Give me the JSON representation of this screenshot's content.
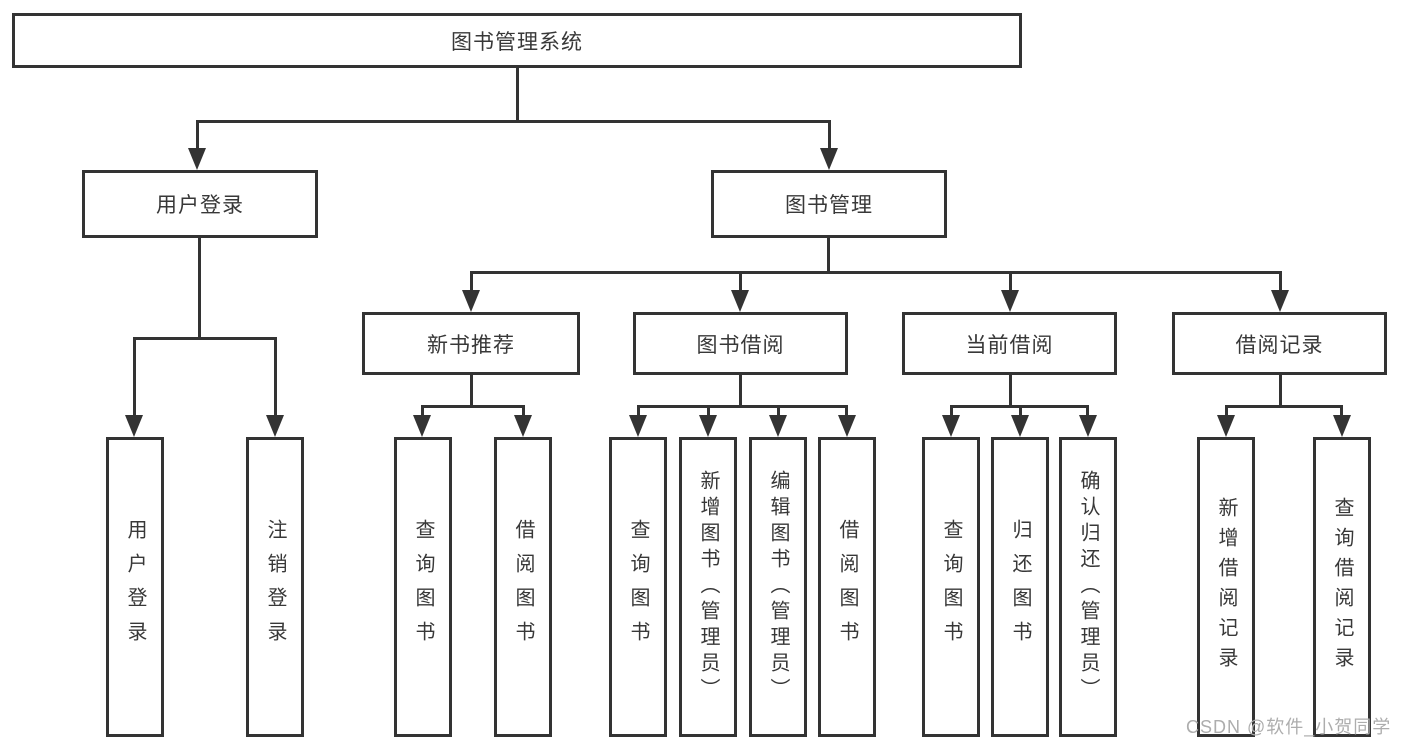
{
  "diagram": {
    "title": "图书管理系统",
    "level2": {
      "user_login": "用户登录",
      "book_management": "图书管理"
    },
    "level3": {
      "new_book_recommend": "新书推荐",
      "book_borrow": "图书借阅",
      "current_borrow": "当前借阅",
      "borrow_records": "借阅记录"
    },
    "leaves": {
      "login": [
        "用户登录",
        "注销登录"
      ],
      "new_book_recommend": [
        "查询图书",
        "借阅图书"
      ],
      "book_borrow": [
        "查询图书",
        "新增图书（管理员）",
        "编辑图书（管理员）",
        "借阅图书"
      ],
      "current_borrow": [
        "查询图书",
        "归还图书",
        "确认归还（管理员）"
      ],
      "borrow_records": [
        "新增借阅记录",
        "查询借阅记录"
      ]
    }
  },
  "watermark": "CSDN @软件_小贺同学",
  "colors": {
    "line": "#333333",
    "text": "#383838",
    "watermark": "#adadad",
    "background": "#ffffff"
  }
}
